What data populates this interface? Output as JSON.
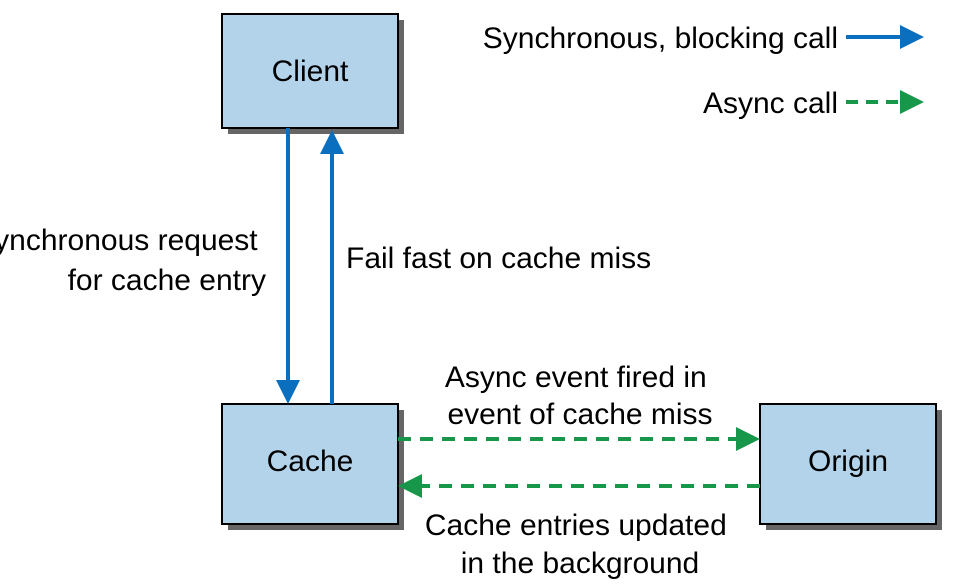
{
  "colors": {
    "box_fill": "#b3d3eb",
    "box_stroke": "#000000",
    "box_shadow": "#666666",
    "sync_arrow": "#0a6fbf",
    "async_arrow": "#17974a",
    "text": "#000000"
  },
  "legend": {
    "sync": {
      "label": "Synchronous, blocking call",
      "style": "solid"
    },
    "async": {
      "label": "Async call",
      "style": "dashed"
    }
  },
  "nodes": {
    "client": {
      "label": "Client"
    },
    "cache": {
      "label": "Cache"
    },
    "origin": {
      "label": "Origin"
    }
  },
  "edges": {
    "sync_request": {
      "from": "client",
      "to": "cache",
      "style": "solid",
      "label_lines": [
        "Synchronous request",
        "for cache entry"
      ]
    },
    "fail_fast": {
      "from": "cache",
      "to": "client",
      "style": "solid",
      "label_lines": [
        "Fail fast on cache miss"
      ]
    },
    "async_event": {
      "from": "cache",
      "to": "origin",
      "style": "dashed",
      "label_lines": [
        "Async event fired in",
        "event of cache miss"
      ]
    },
    "cache_update": {
      "from": "origin",
      "to": "cache",
      "style": "dashed",
      "label_lines": [
        "Cache entries updated",
        "in the background"
      ]
    }
  }
}
